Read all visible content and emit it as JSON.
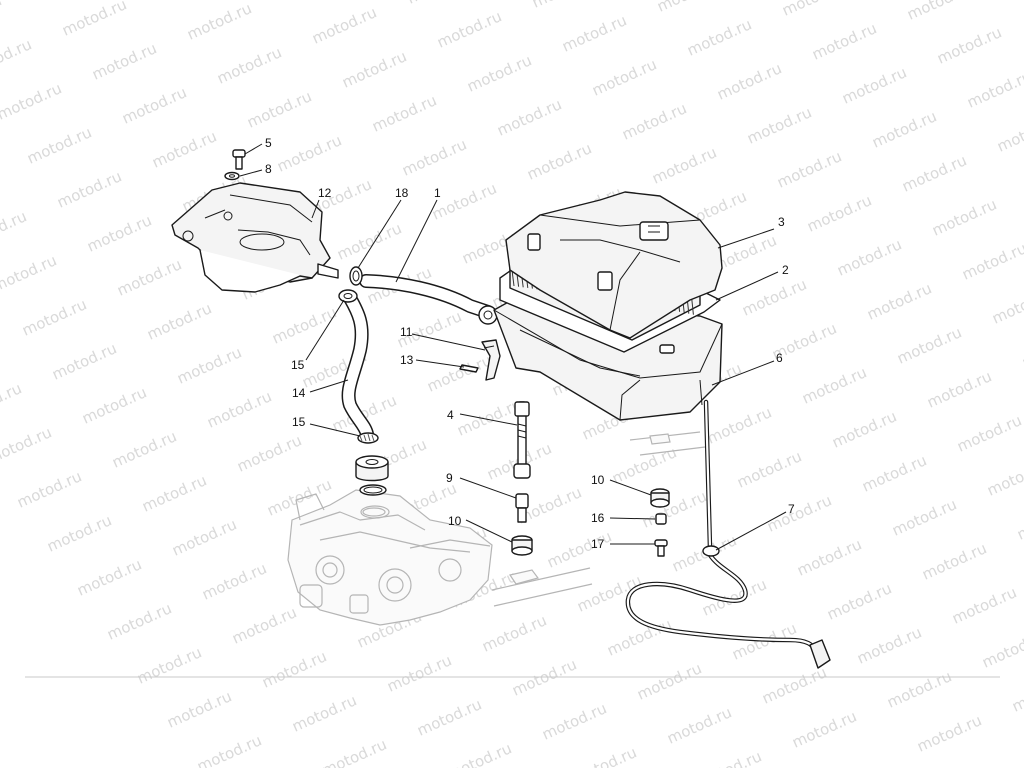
{
  "watermark": {
    "text": "motod.ru"
  },
  "callouts": [
    "1",
    "2",
    "3",
    "4",
    "5",
    "6",
    "7",
    "8",
    "9",
    "10",
    "10",
    "11",
    "12",
    "13",
    "14",
    "15",
    "15",
    "16",
    "17",
    "18"
  ]
}
